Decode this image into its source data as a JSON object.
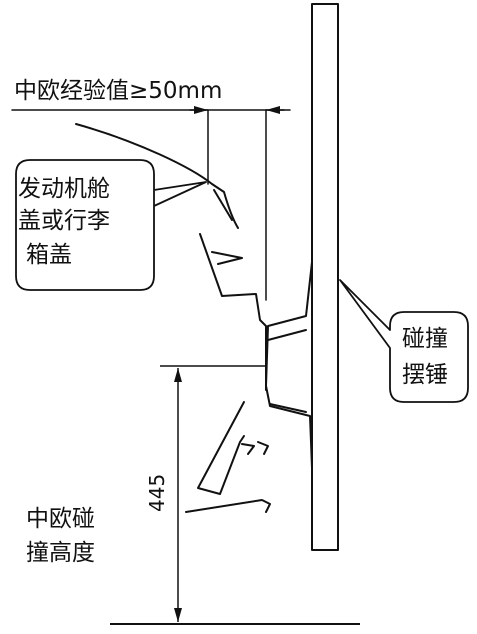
{
  "labels": {
    "experience_value": "中欧经验值≥50mm",
    "hood_line1": "发动机舱",
    "hood_line2": "盖或行李",
    "hood_line3": "箱盖",
    "pendulum_line1": "碰撞",
    "pendulum_line2": "摆锤",
    "height_value": "445",
    "height_line1": "中欧碰",
    "height_line2": "撞高度"
  }
}
